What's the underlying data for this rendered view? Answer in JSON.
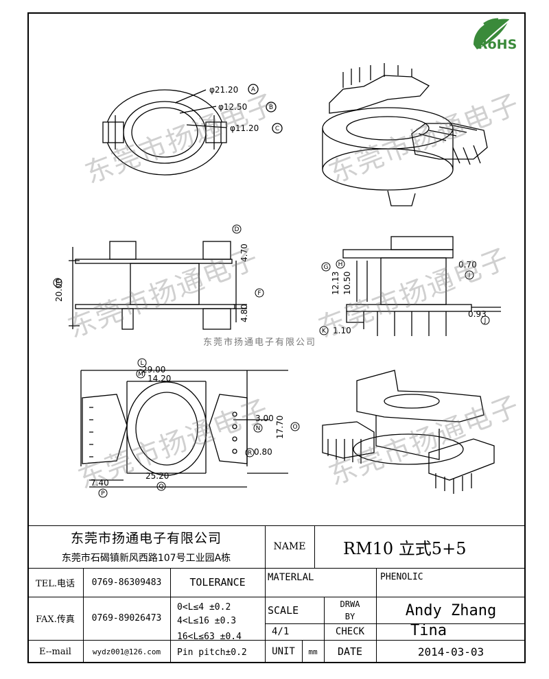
{
  "logo": {
    "text": "RoHS",
    "color": "#3a8a3a"
  },
  "watermark": {
    "text": "东莞市扬通电子",
    "line_text": "东莞市扬通电子有限公司"
  },
  "dims": {
    "top_left": {
      "d1": "φ21.20",
      "d1_tag": "A",
      "d2": "φ12.50",
      "d2_tag": "B",
      "d3": "φ11.20",
      "d3_tag": "C"
    },
    "front": {
      "height": "20.00",
      "height_tag": "E",
      "flange": "4.70",
      "flange_tag": "D",
      "pin": "4.80",
      "pin_tag": "F"
    },
    "side": {
      "h1": "12.13",
      "h1_tag": "G",
      "h2": "10.50",
      "h2_tag": "H",
      "w1": "0.70",
      "w1_tag": "I",
      "w2": "0.93",
      "w2_tag": "J",
      "w3": "1.10",
      "w3_tag": "K"
    },
    "bottom": {
      "l1": "29.00",
      "l1_tag": "L",
      "l2": "14.20",
      "l2_tag": "M",
      "pitch": "3.00",
      "pitch_tag": "N",
      "height": "17.70",
      "height_tag": "O",
      "pin_d": "0.80",
      "pin_d_tag": "R",
      "edge": "7.40",
      "edge_tag": "P",
      "span": "25.20",
      "span_tag": "Q"
    }
  },
  "title_block": {
    "company_name": "东莞市扬通电子有限公司",
    "company_address": "东莞市石碣镇新风西路107号工业园A栋",
    "name_label": "NAME",
    "part_name": "RM10  立式5+5",
    "tel_label": "TEL.电话",
    "tel_value": "0769-86309483",
    "tolerance_label": "TOLERANCE",
    "material_label": "MATERLAL",
    "material_value": "PHENOLIC",
    "fax_label": "FAX.传真",
    "fax_value": "0769-89026473",
    "tol_1": "0<L≤4   ±0.2",
    "tol_2": "4<L≤16  ±0.3",
    "tol_3": "16<L≤63 ±0.4",
    "tol_4": "Pin pitch±0.2",
    "scale_label": "SCALE",
    "scale_value": "4/1",
    "drawn_label_1": "DRWA",
    "drawn_label_2": "BY",
    "drawn_value": "Andy Zhang",
    "check_label": "CHECK",
    "check_value": "Tina",
    "email_label": "E--mail",
    "email_value": "wydz001@126.com",
    "unit_label": "UNIT",
    "unit_value": "mm",
    "date_label": "DATE",
    "date_value": "2014-03-03"
  }
}
